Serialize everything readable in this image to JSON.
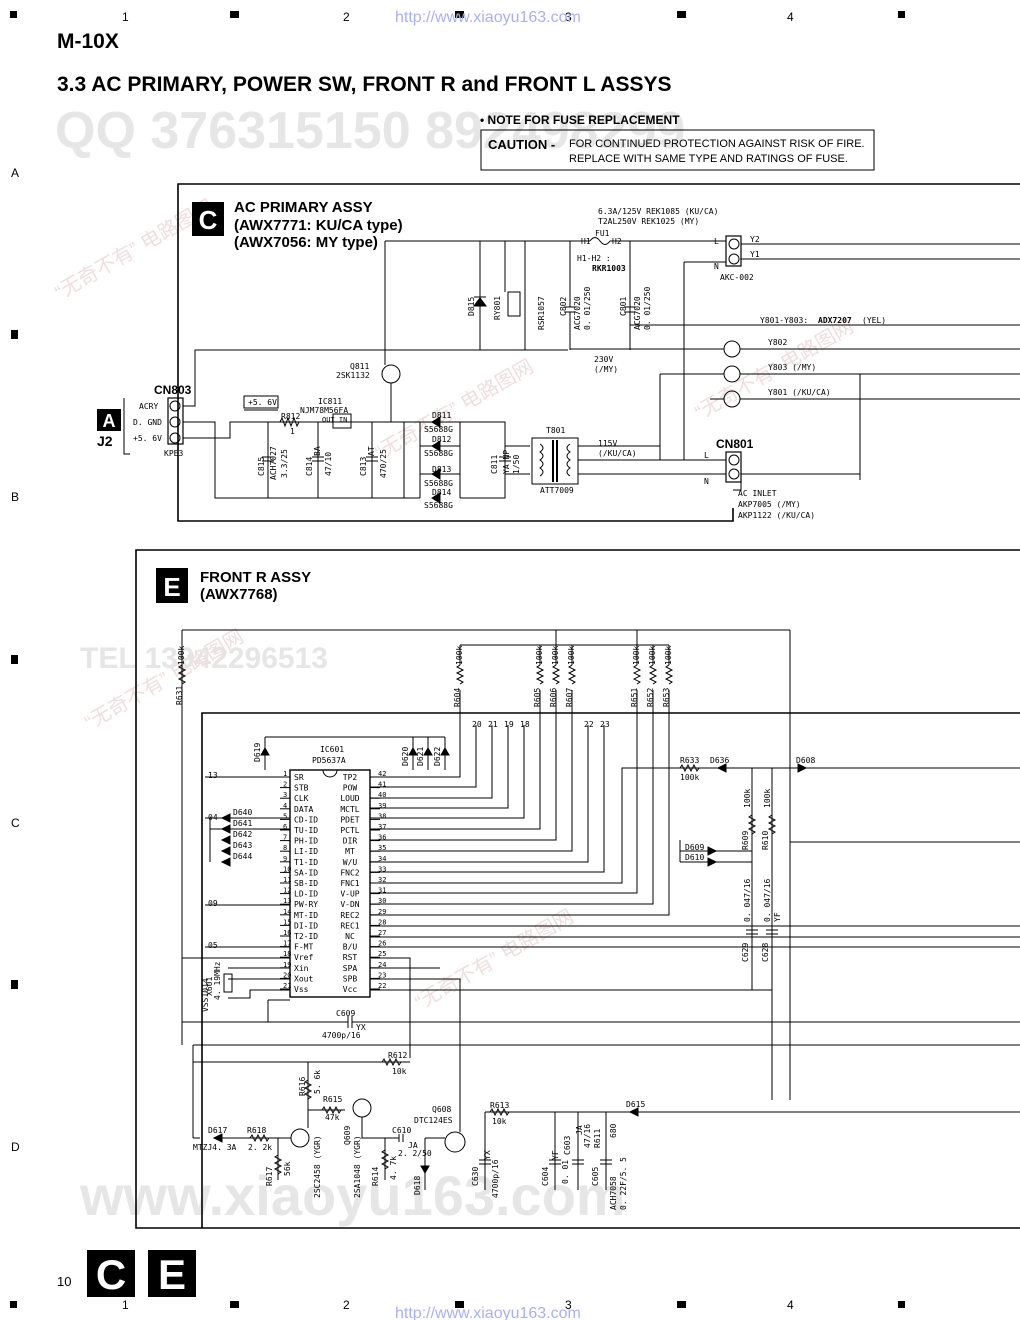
{
  "page": {
    "model": "M-10X",
    "section_title": "3.3 AC PRIMARY, POWER SW, FRONT R and FRONT L ASSYS",
    "page_number": "10",
    "footer_tags": [
      "C",
      "E"
    ],
    "watermark_url": "http://www.xiaoyu163.com",
    "watermark_faint": "QQ 376315150 892498299",
    "watermark_tel": "TEL 13942296513",
    "watermark_large": "www.xiaoyu163.com",
    "watermark_cn": "“无奇不有” 电路图网"
  },
  "grid": {
    "columns": [
      "1",
      "2",
      "3",
      "4"
    ],
    "rows": [
      "A",
      "B",
      "C",
      "D"
    ]
  },
  "fuse_note": {
    "heading": "• NOTE FOR FUSE REPLACEMENT",
    "caution_label": "CAUTION -",
    "line1": "FOR CONTINUED PROTECTION AGAINST RISK OF FIRE.",
    "line2": "REPLACE WITH SAME TYPE AND RATINGS OF FUSE."
  },
  "ac_primary": {
    "tag": "C",
    "title": "AC PRIMARY ASSY",
    "subtitle1": "(AWX7771: KU/CA type)",
    "subtitle2": "(AWX7056: MY type)",
    "fuse_spec1": "6.3A/125V  REK1085 (KU/CA)",
    "fuse_spec2": "T2AL250V  REK1025 (MY)",
    "fu1": "FU1",
    "h1": "H1",
    "h2": "H2",
    "h_ref": "H1-H2 :",
    "h_part": "RKR1003",
    "akc": "AKC-002",
    "y_note": "Y801-Y803:",
    "y_part": "ADX7207",
    "y_suffix": "(YEL)",
    "y802": "Y802",
    "y803": "Y803 (/MY)",
    "y801": "Y801 (/KU/CA)",
    "y2": "Y2",
    "y1": "Y1",
    "v230": "230V",
    "v230_note": "(/MY)",
    "v115": "115V",
    "v115_note": "(/KU/CA)",
    "cn801": "CN801",
    "ac_inlet": "AC INLET",
    "inlet_part1": "AKP7005 (/MY)",
    "inlet_part2": "AKP1122 (/KU/CA)",
    "cn803": "CN803",
    "j2_tag": "A",
    "j2": "J2",
    "kpe": "KPE3",
    "pin_acry": "ACRY",
    "pin_dgnd": "D. GND",
    "pin_56v": "+5. 6V",
    "rail": "+5. 6V",
    "q811": "Q811",
    "q811_part": "2SK1132",
    "ic811": "IC811",
    "ic811_part": "NJM78M56FA",
    "ic811_pins": "OUT   IN",
    "r812": "R812",
    "r812_val": "1",
    "c815": "C815",
    "c815_part": "ACH7027",
    "c815_val": "3.3/25",
    "c814": "C814",
    "c814_val": "47/10",
    "c814_suffix": "BA",
    "c813": "C813",
    "c813_val": "470/25",
    "c813_suffix": "AT",
    "d811": "D811",
    "d812": "D812",
    "d813": "D813",
    "d814": "D814",
    "s5688g": "S5688G",
    "c811": "C811",
    "c811_val": "1/50",
    "c811_suffix": "YA NP",
    "t801": "T801",
    "t801_part": "ATT7009",
    "d815": "D815",
    "ry801": "RY801",
    "ry801_part": "RSR1057",
    "c802": "C802",
    "c802_part": "ACG7020",
    "c802_val": "0. 01/250",
    "c801": "C801",
    "c801_part": "ACG7020",
    "c801_val": "0. 01/250",
    "l": "L",
    "n": "N"
  },
  "front_r": {
    "tag": "E",
    "title": "FRONT R ASSY",
    "subtitle": "(AWX7768)",
    "ic601": "IC601",
    "ic601_part": "PD5637A",
    "left_pins": [
      "SR",
      "STB",
      "CLK",
      "DATA",
      "CD-ID",
      "TU-ID",
      "PH-ID",
      "LI-ID",
      "T1-ID",
      "SA-ID",
      "SB-ID",
      "LD-ID",
      "PW-RY",
      "MT-ID",
      "DI-ID",
      "T2-ID",
      "F-MT",
      "Vref",
      "Xin",
      "Xout",
      "Vss"
    ],
    "left_nums": [
      "1",
      "2",
      "3",
      "4",
      "5",
      "6",
      "7",
      "8",
      "9",
      "10",
      "11",
      "12",
      "13",
      "14",
      "15",
      "16",
      "17",
      "18",
      "19",
      "20",
      "21"
    ],
    "right_pins": [
      "TP2",
      "POW",
      "LOUD",
      "MCTL",
      "PDET",
      "PCTL",
      "DIR",
      "MT",
      "W/U",
      "FNC2",
      "FNC1",
      "V-UP",
      "V-DN",
      "REC2",
      "REC1",
      "NC",
      "B/U",
      "RST",
      "SPA",
      "SPB",
      "Vcc"
    ],
    "right_nums": [
      "42",
      "41",
      "40",
      "39",
      "38",
      "37",
      "36",
      "35",
      "34",
      "33",
      "32",
      "31",
      "30",
      "29",
      "28",
      "27",
      "26",
      "25",
      "24",
      "23",
      "22"
    ],
    "r631": "R631",
    "r631_val": "100k",
    "r604": "R604",
    "r605": "R605",
    "r606": "R606",
    "r607": "R607",
    "r651": "R651",
    "r652": "R652",
    "r653": "R653",
    "res_100k": "100k",
    "bus_nums": [
      "20",
      "21",
      "19",
      "18",
      "22",
      "23"
    ],
    "n13": "13",
    "n04": "04",
    "n09": "09",
    "n05": "05",
    "d619": "D619",
    "d620": "D620",
    "d621": "D621",
    "d622": "D622",
    "d640": "D640",
    "d641": "D641",
    "d642": "D642",
    "d643": "D643",
    "d644": "D644",
    "r633": "R633",
    "r633_val": "100k",
    "d636": "D636",
    "d608": "D608",
    "d609": "D609",
    "d610": "D610",
    "r609": "R609",
    "r610": "R610",
    "c629": "C629",
    "c628": "C628",
    "c_val": "0. 047/16",
    "c628_suffix": "YF",
    "x601": "X601",
    "x601_part": "VSS1014",
    "x601_freq": "4. 19MHz",
    "c609": "C609",
    "c609_val": "4700p/16",
    "c609_suffix": "YX",
    "r612": "R612",
    "r612_val": "10k",
    "r616": "R616",
    "r616_val": "5. 6k",
    "r615": "R615",
    "r615_val": "47k",
    "d617": "D617",
    "d617_part": "MTZJ4. 3A",
    "r618": "R618",
    "r618_val": "2. 2k",
    "r617": "R617",
    "r617_val": "56k",
    "q618_part": "2SC2458 (YGR)",
    "q609": "Q609",
    "q609_part": "2SA1048 (YGR)",
    "r614": "R614",
    "r614_val": "4. 7k",
    "c610": "C610",
    "c610_val": "2. 2/50",
    "c610_suffix": "JA",
    "d618": "D618",
    "q608": "Q608",
    "q608_part": "DTC124ES",
    "r613": "R613",
    "r613_val": "10k",
    "c630": "C630",
    "c630_val": "4700p/16",
    "c630_suffix": "YX",
    "c604": "C604",
    "c604_val": "0. 01",
    "c604_suffix": "YF",
    "c603": "C603",
    "c603_val": "47/16",
    "c603_suffix": "JA",
    "r611": "R611",
    "r611_val": "680",
    "c605": "C605",
    "c605_part": "ACH7058",
    "c605_val": "0. 22F/5. 5",
    "d615": "D615"
  }
}
